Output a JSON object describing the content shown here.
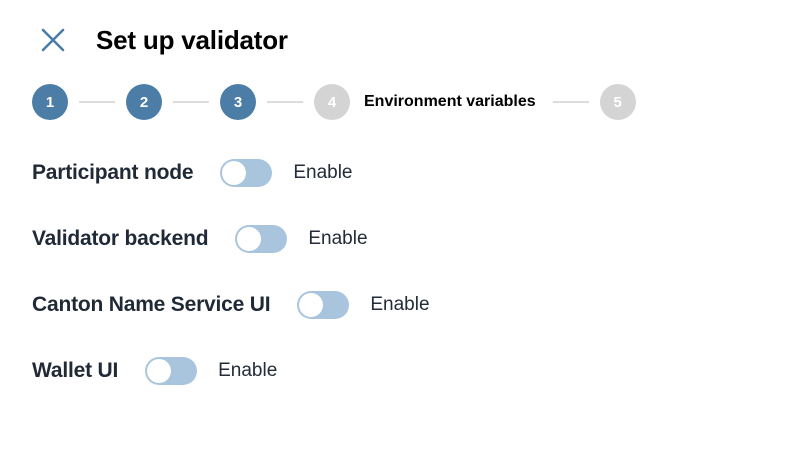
{
  "header": {
    "close_icon": "close-icon",
    "title": "Set up validator"
  },
  "stepper": {
    "current_step_label": "Environment variables",
    "steps": [
      {
        "number": "1",
        "state": "active"
      },
      {
        "number": "2",
        "state": "active"
      },
      {
        "number": "3",
        "state": "active"
      },
      {
        "number": "4",
        "state": "inactive"
      },
      {
        "number": "5",
        "state": "inactive"
      }
    ]
  },
  "settings": {
    "rows": [
      {
        "label": "Participant node",
        "toggle_state": "off",
        "enable_label": "Enable"
      },
      {
        "label": "Validator backend",
        "toggle_state": "off",
        "enable_label": "Enable"
      },
      {
        "label": "Canton Name Service UI",
        "toggle_state": "off",
        "enable_label": "Enable"
      },
      {
        "label": "Wallet UI",
        "toggle_state": "off",
        "enable_label": "Enable"
      }
    ]
  },
  "colors": {
    "step_active": "#4c7da6",
    "step_inactive": "#d4d4d4",
    "toggle_track": "#a9c5dd",
    "toggle_knob": "#ffffff",
    "close_icon": "#4c7da6",
    "text_primary": "#1f2a36",
    "background": "#ffffff"
  }
}
